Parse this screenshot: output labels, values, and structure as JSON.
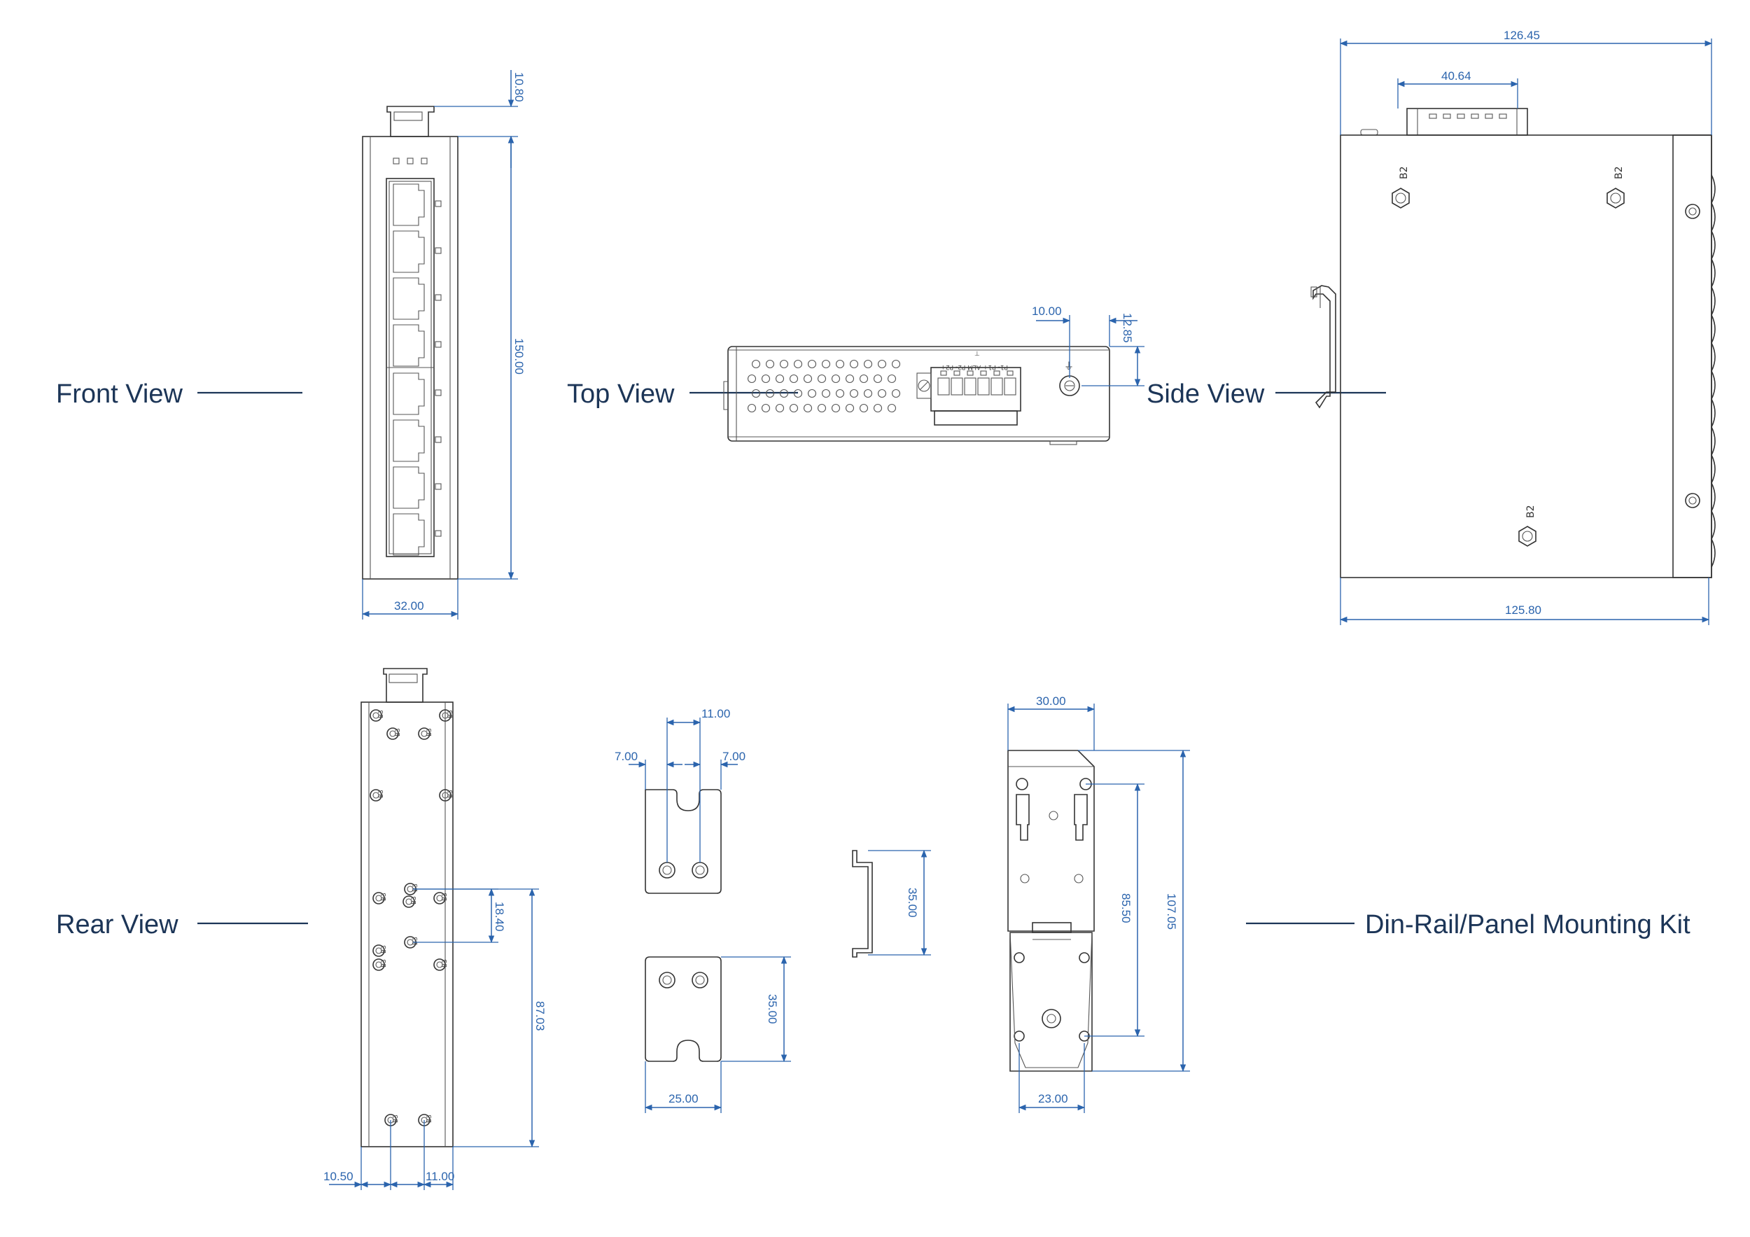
{
  "labels": {
    "front": "Front View",
    "top": "Top View",
    "side": "Side View",
    "rear": "Rear View",
    "kit": "Din-Rail/Panel Mounting Kit"
  },
  "dims": {
    "front_height": "150.00",
    "front_top": "10.80",
    "front_width": "32.00",
    "top_screw_h": "10.00",
    "top_screw_v": "12.85",
    "side_top": "126.45",
    "side_connector": "40.64",
    "side_bottom": "125.80",
    "rear_hole_spacing": "18.40",
    "rear_hole_height": "87.03",
    "rear_left": "10.50",
    "rear_spacing": "11.00",
    "bracket_hole_spacing": "11.00",
    "bracket_left": "7.00",
    "bracket_right": "7.00",
    "bracket_height": "35.00",
    "bracket_width": "25.00",
    "rail_height": "35.00",
    "kit_width_top": "30.00",
    "kit_hole_height": "85.50",
    "kit_height": "107.05",
    "kit_width_bottom": "23.00"
  },
  "marks": {
    "b2": "B2",
    "b3": "B3",
    "terminal": "P1- P1+ ALM P2- P2+"
  },
  "colors": {
    "dimension": "#2b64ad",
    "label": "#1c3557",
    "outline": "#333333"
  }
}
